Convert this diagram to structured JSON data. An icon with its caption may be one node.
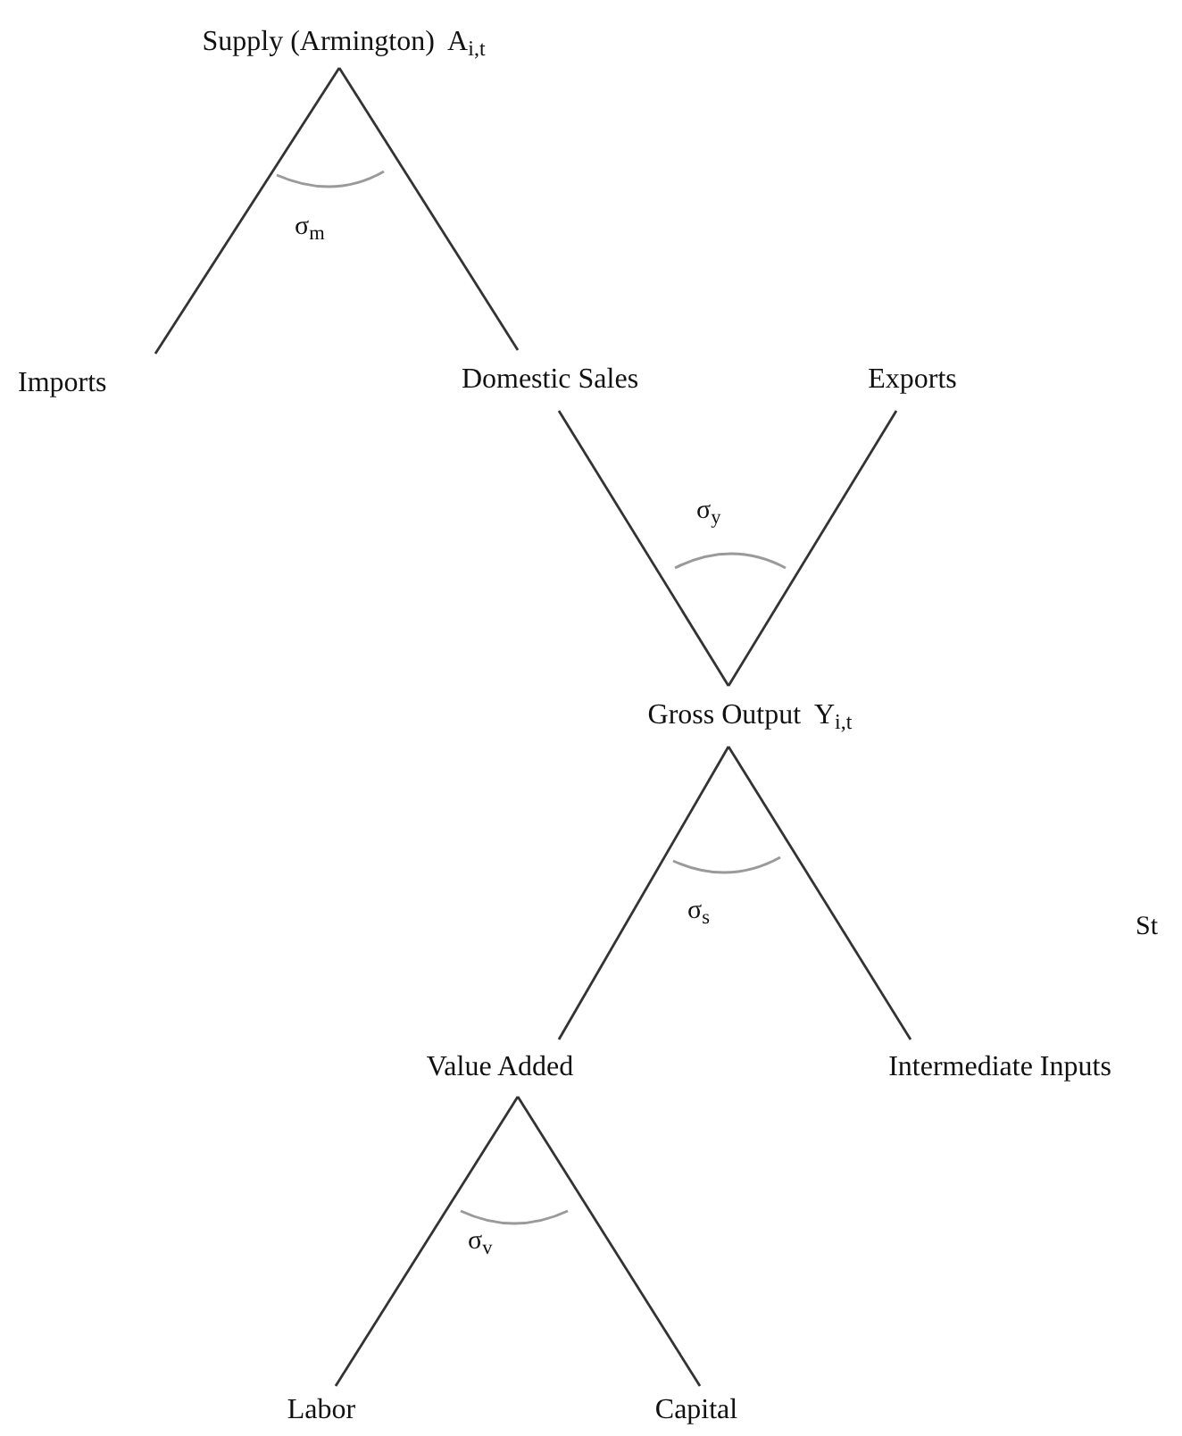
{
  "diagram": {
    "nodes": [
      {
        "text": [
          "Supply (Armington)  A$_{i,t}$"
        ]
      },
      {
        "text": [
          "Imports"
        ]
      },
      {
        "text": [
          "Domestic Sales"
        ]
      },
      {
        "text": [
          "Exports"
        ]
      },
      {
        "text": [
          "Gross Output  Y$_{i,t}$"
        ]
      },
      {
        "text": [
          "Value Added"
        ]
      },
      {
        "text": [
          "Intermediate Inputs"
        ]
      },
      {
        "text": [
          "Labor"
        ]
      },
      {
        "text": [
          "Capital"
        ]
      }
    ],
    "edges": [
      {
        "from": 0,
        "to": 1,
        "arrow": "none"
      },
      {
        "from": 0,
        "to": 2,
        "arrow": "none"
      },
      {
        "from": 4,
        "to": 2,
        "arrow": "none"
      },
      {
        "from": 4,
        "to": 3,
        "arrow": "none"
      },
      {
        "from": 4,
        "to": 5,
        "arrow": "none"
      },
      {
        "from": 4,
        "to": 6,
        "arrow": "none"
      },
      {
        "from": 5,
        "to": 7,
        "arrow": "none"
      },
      {
        "from": 5,
        "to": 8,
        "arrow": "none"
      }
    ],
    "labels": [
      "σ$_{m}$",
      "σ$_{y}$",
      "σ$_{s}$",
      "St",
      "σ$_{v}$"
    ]
  }
}
